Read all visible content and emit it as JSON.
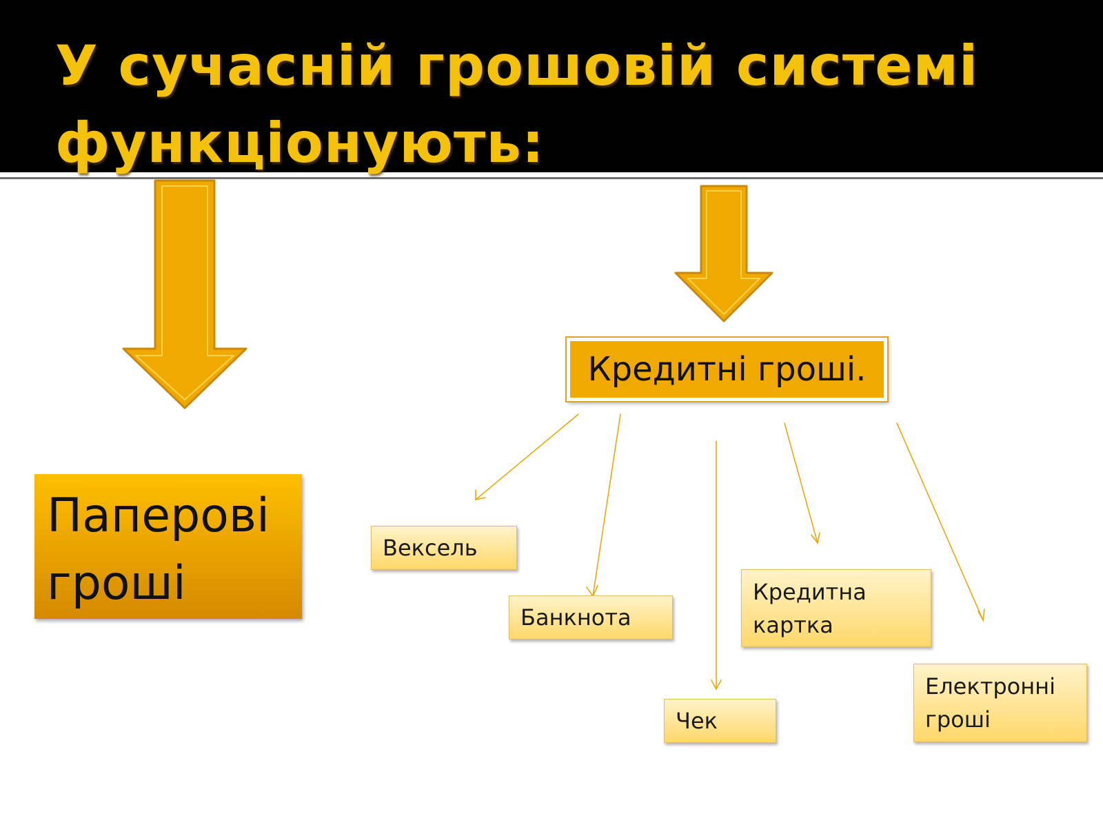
{
  "slide": {
    "title": "У сучасній грошовій системі функціонують:",
    "paper_money": "Паперові гроші",
    "credit_money": "Кредитні гроші.",
    "credit_types": [
      "Вексель",
      "Банкнота",
      "Кредитна картка",
      "Чек",
      "Електронні гроші"
    ],
    "colors": {
      "title_text": "#f4c20d",
      "header_background": "#000000",
      "arrow_fill": "#f0a900",
      "connector_line": "#e8a810"
    }
  }
}
